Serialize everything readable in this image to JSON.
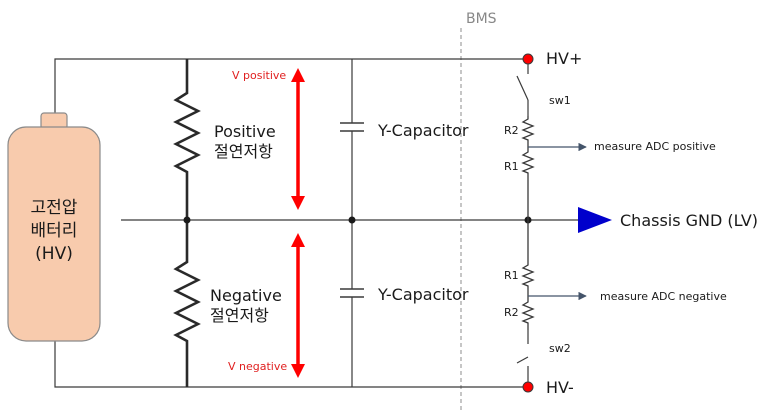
{
  "bms_label": "BMS",
  "battery_label": [
    "고전압",
    "배터리",
    "(HV)"
  ],
  "positive_resistor_label": [
    "Positive",
    "절연저항"
  ],
  "negative_resistor_label": [
    "Negative",
    "절연저항"
  ],
  "v_positive": "V positive",
  "v_negative": "V negative",
  "y_capacitor_top": "Y-Capacitor",
  "y_capacitor_bottom": "Y-Capacitor",
  "hv_plus": "HV+",
  "hv_minus": "HV-",
  "sw1": "sw1",
  "sw2": "sw2",
  "r2_top": "R2",
  "r1_top": "R1",
  "r1_bottom": "R1",
  "r2_bottom": "R2",
  "measure_pos": "measure ADC positive",
  "measure_neg": "measure ADC negative",
  "chassis_gnd": "Chassis GND (LV)",
  "colors": {
    "battery_fill": "#f8cbad",
    "battery_stroke": "#8a8a8a",
    "arrow_red": "#ff0000",
    "terminal_red": "#ff0000",
    "gnd_blue": "#0000cc",
    "measure_arrow": "#44546a"
  }
}
